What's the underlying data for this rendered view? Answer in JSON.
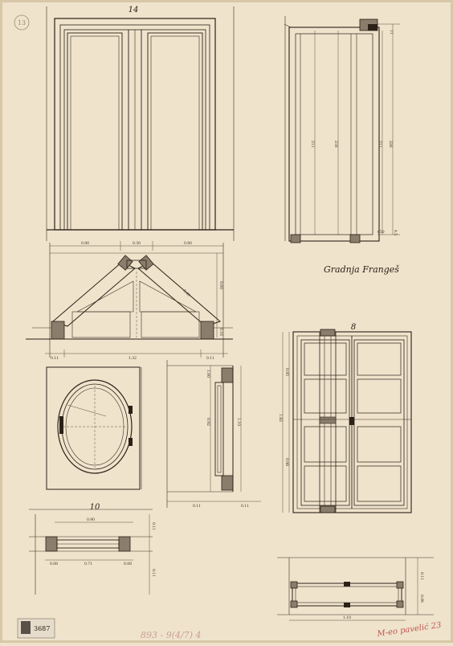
{
  "sheet": {
    "corner_circle_number": "13",
    "stamp_number": "3687",
    "pencil_bottom_center": "893 - 9(4/7) 4",
    "red_pencil_bottom_right": "M-eo pavelić  23"
  },
  "drawings": {
    "door_elevation": {
      "number": "14"
    },
    "cabinet_section": {
      "caption": "Gradnja Frangeš",
      "dims": [
        "211",
        "216",
        "211",
        "226",
        "11",
        "4.5",
        "650"
      ]
    },
    "corner_plan": {
      "dims_top": [
        "0.80",
        "0.30",
        "0.80"
      ],
      "dims_bottom": [
        "0.11",
        "1.32",
        "0.11"
      ],
      "dims_side": [
        "0.60",
        "0.16",
        "0.40"
      ]
    },
    "oval_window": {
      "dims": [
        "1.00",
        "0.92",
        "1.10",
        "0.11",
        "0.11"
      ]
    },
    "window_detail": {
      "number": "10",
      "dims": [
        "0.90",
        "0.71",
        "0.08",
        "0.08",
        "0.11",
        "0.11"
      ]
    },
    "glazed_door": {
      "number": "8",
      "dims": [
        "0.95",
        "1.82",
        "0.98"
      ]
    },
    "small_frame": {
      "dims": [
        "1.10",
        "0.06",
        "0.11"
      ]
    }
  }
}
